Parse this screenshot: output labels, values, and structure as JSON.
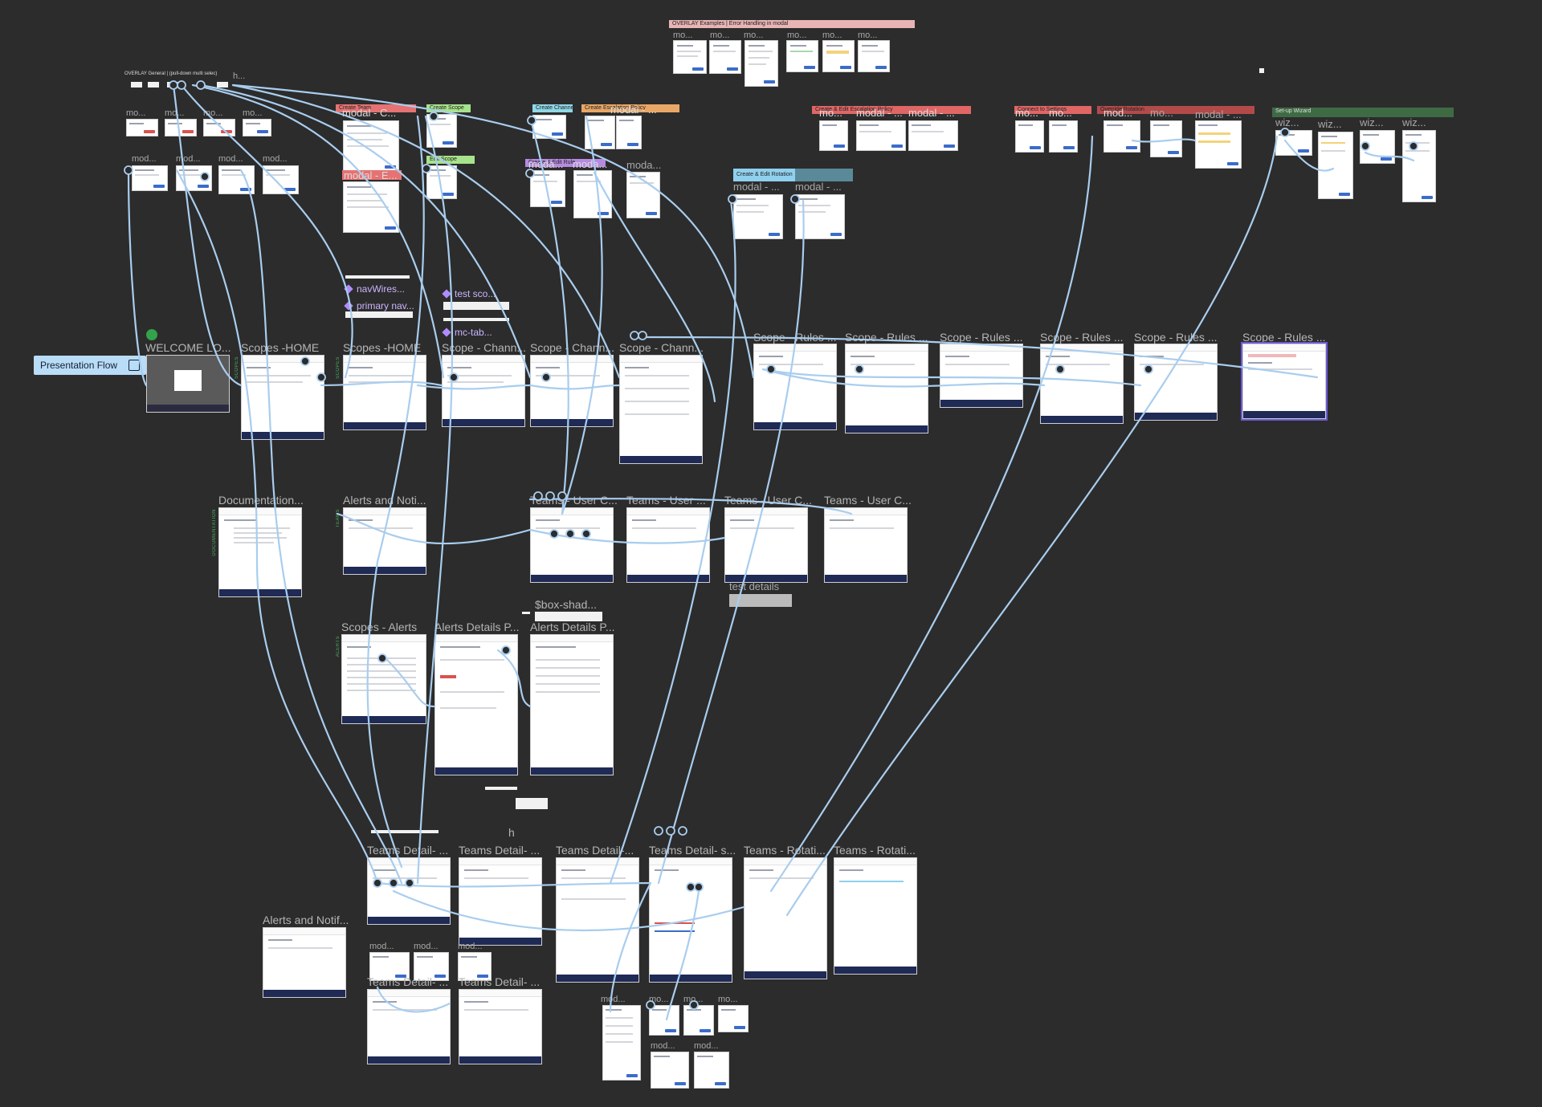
{
  "presentation": {
    "label": "Presentation Flow",
    "icon": "present-icon"
  },
  "colors": {
    "canvas": "#2c2c2c",
    "wire": "#a9cdee",
    "nav": "#1f2a55",
    "selection": "#6b5bd6"
  },
  "top_banner": {
    "title": "OVERLAY Examples   |   Error Handling in modal"
  },
  "overlay_general": {
    "title": "OVERLAY General   |   (pull-down multi selec)"
  },
  "section_tags": {
    "create_team": "Create Team",
    "create_scope": "Create Scope",
    "edit_scope": "Edit Scope",
    "create_channel": "Create Channel",
    "create_escalation": "Create Escalation Policy",
    "create_rule": "Create & Edit Rule",
    "create_rotation": "Create & Edit Rotation",
    "override": "Override Rotation",
    "create_edit_escalation": "Create & Edit Escalation Policy",
    "connect_settings": "Connect to Settings",
    "setup_wizard": "Set-up Wizard"
  },
  "side_tags": {
    "scopes": "SCOPES",
    "teams": "TEAMS",
    "alerts": "ALERTS",
    "docs": "DOCUMENTATION"
  },
  "labels": {
    "welcome": "WELCOME LO...",
    "scopes_home_1": "Scopes -HOME",
    "scopes_home_2": "Scopes -HOME",
    "scope_chann_1": "Scope - Chann...",
    "scope_chann_2": "Scope - Chann...",
    "scope_chann_3": "Scope - Chann...",
    "scope_rules_1": "Scope - Rules ...",
    "scope_rules_2": "Scope - Rules ...",
    "scope_rules_3": "Scope - Rules ...",
    "scope_rules_4": "Scope - Rules ...",
    "scope_rules_5": "Scope - Rules ...",
    "scope_rules_6": "Scope - Rules ...",
    "documentation": "Documentation...",
    "alerts_notif": "Alerts and Noti...",
    "teams_user_1": "Teams - User C...",
    "teams_user_2": "Teams - User ...",
    "teams_user_3": "Teams - User C...",
    "teams_user_4": "Teams - User C...",
    "test_details": "test details",
    "box_shad": "$box-shad...",
    "scopes_alerts": "Scopes - Alerts",
    "alerts_details_1": "Alerts Details P...",
    "alerts_details_2": "Alerts Details P...",
    "teams_detail_1": "Teams Detail- ...",
    "teams_detail_2": "Teams Detail- ...",
    "teams_detail_3": "Teams Detail-...",
    "teams_detail_4": "Teams Detail- s...",
    "teams_rotati_1": "Teams - Rotati...",
    "teams_rotati_2": "Teams - Rotati...",
    "teams_detail_5": "Teams Detail- ...",
    "teams_detail_6": "Teams Detail- ...",
    "alerts_notif_2": "Alerts and Notif...",
    "h1": "h...",
    "h2": "h",
    "mod": "mod...",
    "mo": "mo...",
    "modal_c": "modal - C...",
    "modal_e": "modal - E...",
    "modal": "modal - ...",
    "moda": "moda...",
    "modal_dots": "modal - ...",
    "wiz": "wiz..."
  },
  "components": {
    "nav_wires": "navWires...",
    "primary_nav": "primary nav...",
    "test_sco": "test sco...",
    "mc_tab": "mc-tab..."
  }
}
